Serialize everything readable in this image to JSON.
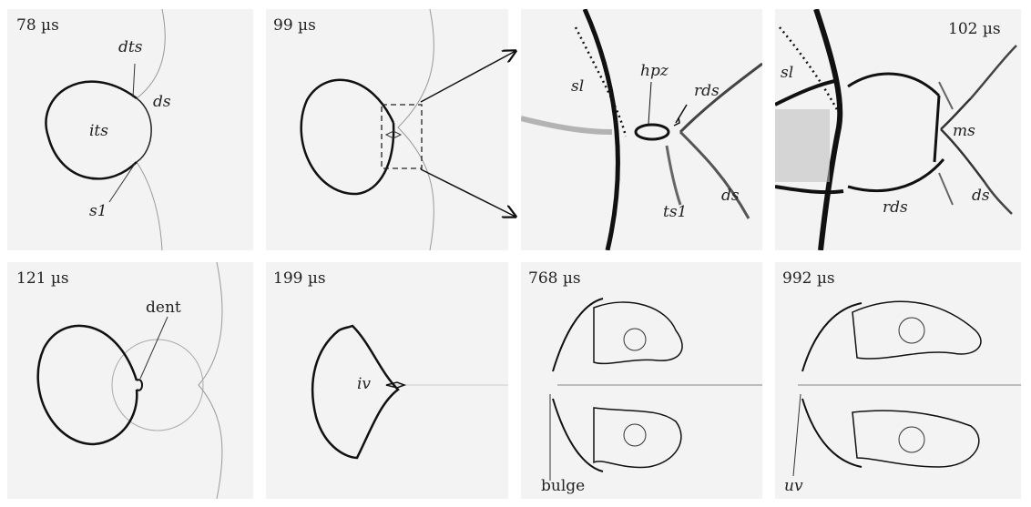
{
  "panels": [
    {
      "time": "78 µs",
      "labels": {
        "dts": "dts",
        "ds": "ds",
        "its": "its",
        "s1": "s1"
      }
    },
    {
      "time": "99 µs"
    },
    {
      "labels": {
        "sl": "sl",
        "hpz": "hpz",
        "rds": "rds",
        "ts1": "ts1",
        "ds": "ds"
      }
    },
    {
      "time": "102 µs",
      "labels": {
        "sl": "sl",
        "ms": "ms",
        "rds": "rds",
        "ds": "ds"
      }
    },
    {
      "time": "121 µs",
      "labels": {
        "dent": "dent"
      }
    },
    {
      "time": "199 µs",
      "labels": {
        "iv": "iv"
      }
    },
    {
      "time": "768 µs",
      "labels": {
        "bulge": "bulge"
      }
    },
    {
      "time": "992 µs",
      "labels": {
        "uv": "uv"
      }
    }
  ]
}
